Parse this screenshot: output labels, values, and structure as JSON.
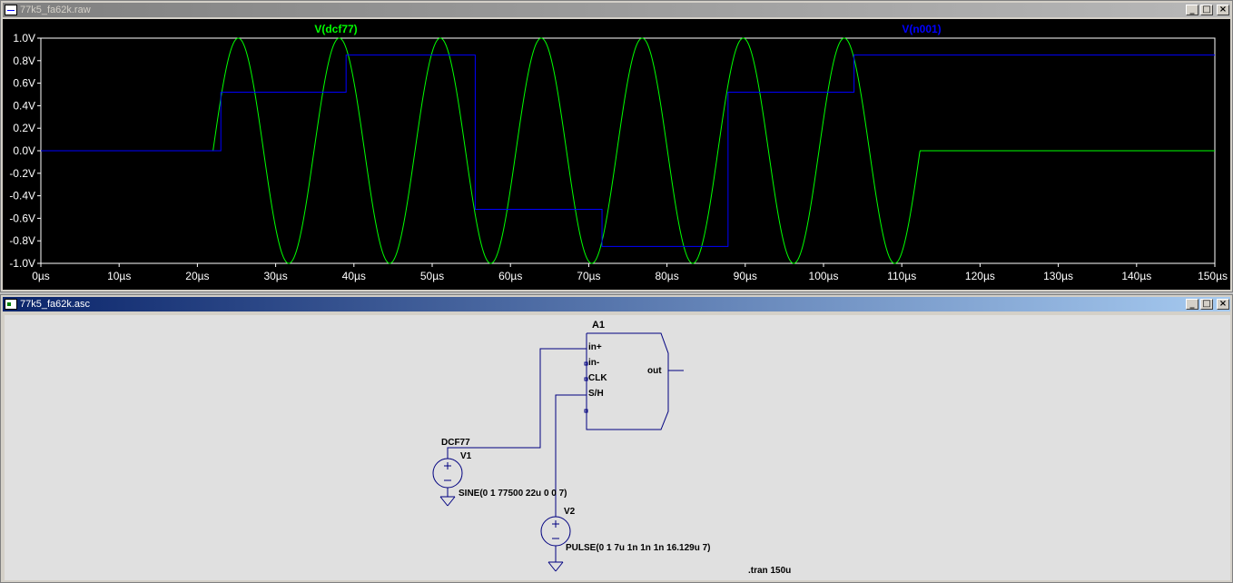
{
  "waveform_window": {
    "title": "77k5_fa62k.raw",
    "controls": {
      "minimize": "_",
      "maximize": "□",
      "close": "×"
    }
  },
  "schematic_window": {
    "title": "77k5_fa62k.asc",
    "controls": {
      "minimize": "_",
      "maximize": "□",
      "close": "×"
    },
    "component_ref": "A1",
    "pins": {
      "in_plus": "in+",
      "in_minus": "in-",
      "clk": "CLK",
      "sh": "S/H",
      "out": "out"
    },
    "net_label": "DCF77",
    "v1": {
      "name": "V1",
      "value": "SINE(0 1 77500 22u 0 0 7)"
    },
    "v2": {
      "name": "V2",
      "value": "PULSE(0 1 7u 1n 1n 1n 16.129u 7)"
    },
    "directive": ".tran 150u"
  },
  "chart_data": {
    "type": "line",
    "background": "#000000",
    "grid": false,
    "xlim": [
      0,
      150
    ],
    "ylim": [
      -1.0,
      1.0
    ],
    "xticks": [
      "0µs",
      "10µs",
      "20µs",
      "30µs",
      "40µs",
      "50µs",
      "60µs",
      "70µs",
      "80µs",
      "90µs",
      "100µs",
      "110µs",
      "120µs",
      "130µs",
      "140µs",
      "150µs"
    ],
    "yticks": [
      "1.0V",
      "0.8V",
      "0.6V",
      "0.4V",
      "0.2V",
      "0.0V",
      "-0.2V",
      "-0.4V",
      "-0.6V",
      "-0.8V",
      "-1.0V"
    ],
    "series": [
      {
        "name": "V(dcf77)",
        "color": "#00ff00",
        "kind": "sine",
        "offset": 0,
        "amplitude": 1,
        "freq_hz": 77500,
        "delay_us": 22,
        "cycles": 7
      },
      {
        "name": "V(n001)",
        "color": "#0000ff",
        "kind": "step",
        "points": [
          [
            0,
            0.0
          ],
          [
            23,
            0.0
          ],
          [
            23,
            0.52
          ],
          [
            39,
            0.52
          ],
          [
            39,
            0.85
          ],
          [
            55.5,
            0.85
          ],
          [
            55.5,
            -0.52
          ],
          [
            71.7,
            -0.52
          ],
          [
            71.7,
            -0.85
          ],
          [
            87.8,
            -0.85
          ],
          [
            87.8,
            0.52
          ],
          [
            103.9,
            0.52
          ],
          [
            103.9,
            0.85
          ],
          [
            150,
            0.85
          ]
        ]
      }
    ]
  }
}
